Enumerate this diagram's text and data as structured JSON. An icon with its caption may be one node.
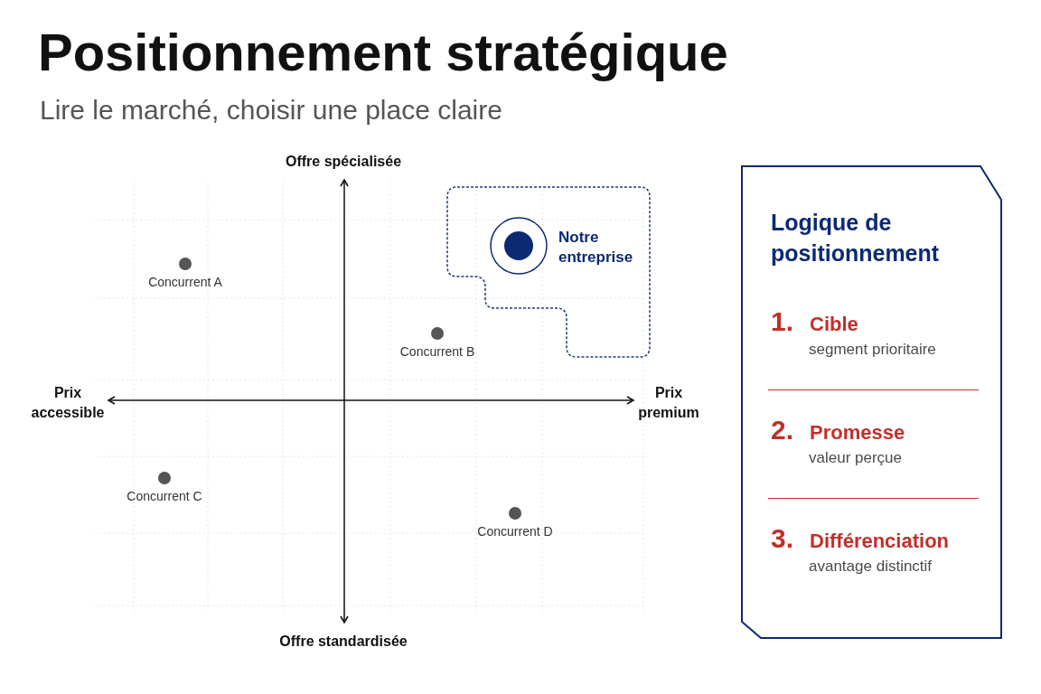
{
  "diagram": {
    "title": "Positionnement stratégique",
    "caption": "Lire le marché, choisir une place claire",
    "nodes": [
      {
        "text": [
          "Notre entreprise"
        ]
      },
      {
        "text": [
          "Logique de positionnement"
        ]
      }
    ],
    "labels": [
      "Offre spécialisée",
      "Concurrent A",
      "Concurrent B",
      "Prix accessible",
      "Prix premium",
      "Concurrent C",
      "Concurrent D",
      "Offre standardisée",
      "1.",
      "Cible",
      "segment prioritaire",
      "2.",
      "Promesse",
      "valeur perçue",
      "3.",
      "Différenciation",
      "avantage distinctif"
    ]
  }
}
